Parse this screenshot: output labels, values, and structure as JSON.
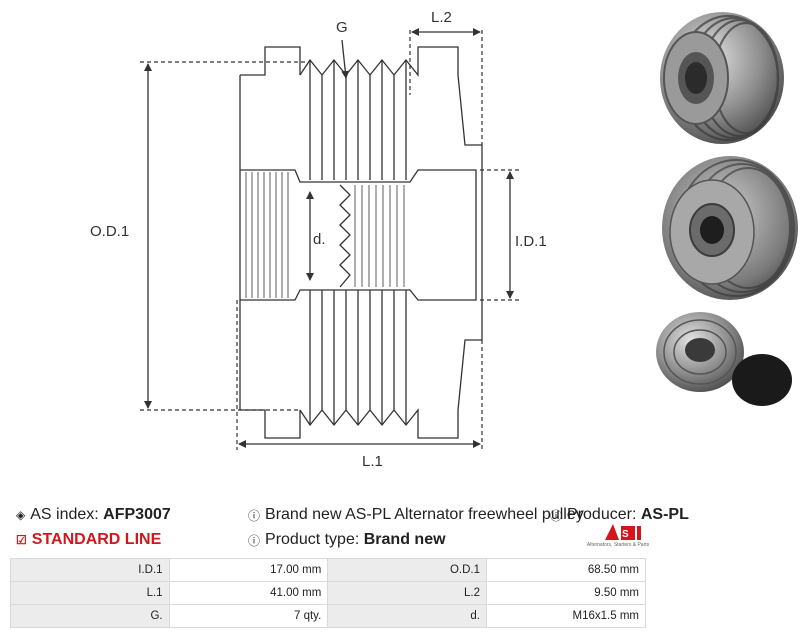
{
  "drawing": {
    "labels": {
      "g": "G",
      "l2": "L.2",
      "od1": "O.D.1",
      "d": "d.",
      "id1": "I.D.1",
      "l1": "L.1"
    }
  },
  "info": {
    "as_index_label": "AS index:",
    "as_index_value": "AFP3007",
    "line_label": "STANDARD LINE",
    "description": "Brand new AS-PL Alternator freewheel pulley",
    "product_type_label": "Product type:",
    "product_type_value": "Brand new",
    "producer_label": "Producer:",
    "producer_value": "AS-PL",
    "logo_text": "AS",
    "logo_subtext": "Alternators, Starters & Parts"
  },
  "colors": {
    "accent_red": "#d4161c",
    "table_key_bg": "#ececec"
  },
  "specs": [
    [
      "I.D.1",
      "17.00 mm",
      "O.D.1",
      "68.50 mm"
    ],
    [
      "L.1",
      "41.00 mm",
      "L.2",
      "9.50 mm"
    ],
    [
      "G.",
      "7 qty.",
      "d.",
      "M16x1.5 mm"
    ]
  ]
}
